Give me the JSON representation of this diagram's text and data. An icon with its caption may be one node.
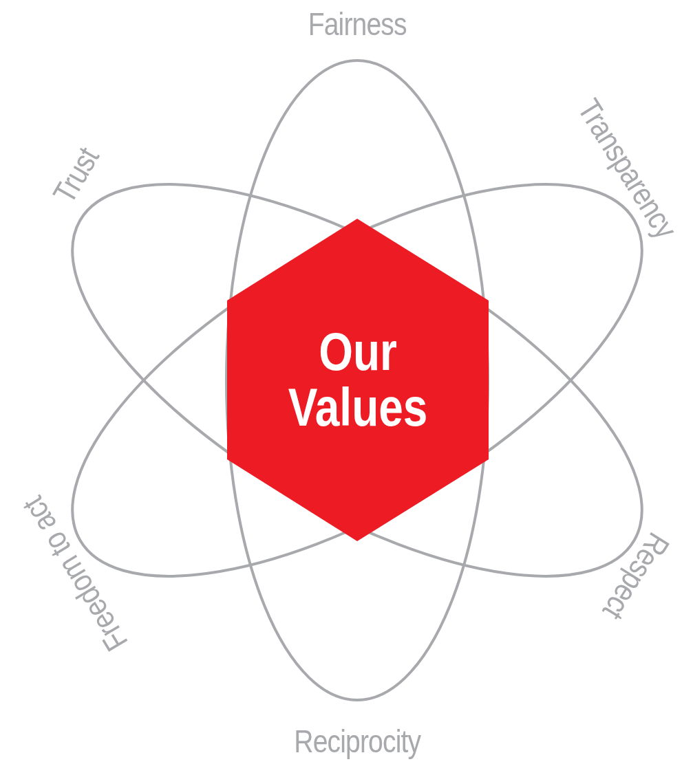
{
  "diagram": {
    "nodes": [
      {
        "text": [
          "Our Values"
        ]
      }
    ],
    "labels": [
      "Fairness",
      "Transparency",
      "Trust",
      "Freedom to act",
      "Respect",
      "Reciprocity"
    ]
  }
}
